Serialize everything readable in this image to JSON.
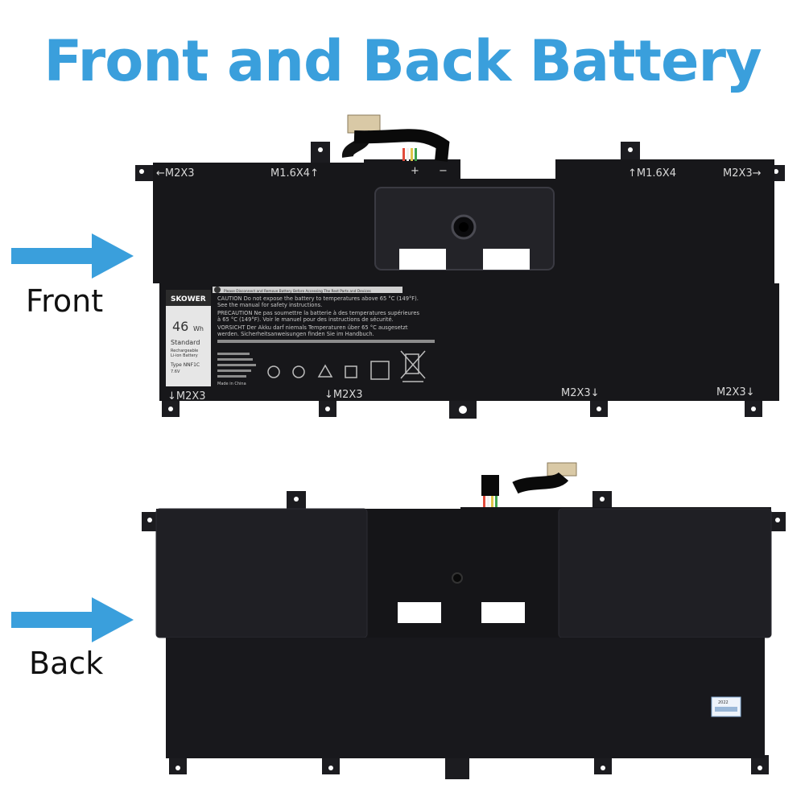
{
  "title": "Front and Back Battery",
  "labels": {
    "front": "Front",
    "back": "Back"
  },
  "colors": {
    "accent": "#3a9fdc",
    "battery": "#17171a",
    "screw_label": "#d8d8d8"
  },
  "front": {
    "screw_labels": {
      "top_left": "←M2X3",
      "top_mid_left": "M1.6X4↑",
      "top_mid_right": "↑M1.6X4",
      "top_right": "M2X3→",
      "bottom_left": "↓M2X3",
      "bottom_mid_left": "↓M2X3",
      "bottom_mid_right": "M2X3↓",
      "bottom_right": "M2X3↓"
    },
    "polarity_plus": "+",
    "polarity_minus": "−",
    "sticker": {
      "brand": "SKOWER",
      "capacity": "46",
      "unit": "Wh",
      "line1": "Standard",
      "line2": "Rechargeable",
      "line3": "Li-ion Battery",
      "type": "Type NNF1C",
      "voltage": "7.6V"
    },
    "warnings": {
      "header": "Please Disconnect and Remove Battery Before Accessing The Rest Parts and Devices",
      "caution": "CAUTION Do not expose the battery to temperatures above 65 °C (149°F).",
      "caution2": "See the manual for safety instructions.",
      "precaution": "PRECAUTION Ne pas soumettre la batterie à des temperatures supérieures",
      "precaution2": "à 65 °C (149°F). Voir le manuel pour des instructions de sécurité.",
      "vorsicht": "VORSICHT Der Akku darf niemals Temperaturen über 65 °C ausgesetzt",
      "vorsicht2": "werden. Sicherheitsanweisungen finden Sie im Handbuch.",
      "made_in": "Made in China"
    }
  },
  "back": {
    "label_year": "2022"
  }
}
